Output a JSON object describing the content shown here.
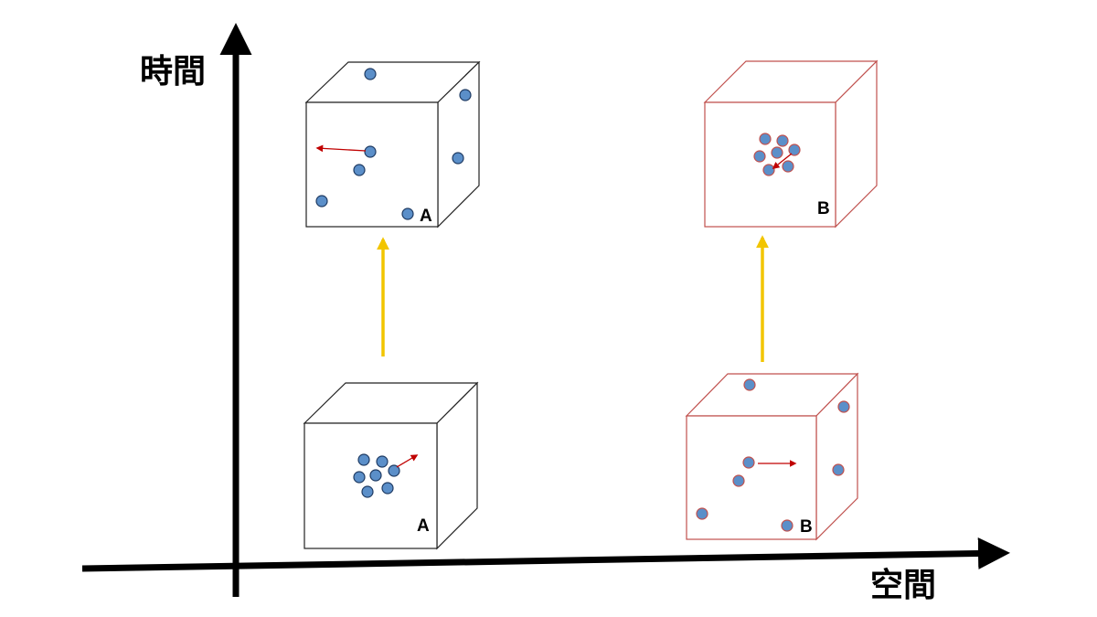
{
  "axes": {
    "y_label": "時間",
    "x_label": "空間"
  },
  "boxes": {
    "a_bottom": {
      "label": "A"
    },
    "a_top": {
      "label": "A"
    },
    "b_bottom": {
      "label": "B"
    },
    "b_top": {
      "label": "B"
    }
  },
  "colors": {
    "axis": "#000000",
    "box_a_edge": "#222222",
    "box_b_edge": "#c0504d",
    "particle_fill": "#5b8fc9",
    "particle_edge_a": "#1f3b63",
    "particle_edge_b": "#c0504d",
    "velocity_arrow": "#c00000",
    "time_arrow": "#f2c500"
  }
}
